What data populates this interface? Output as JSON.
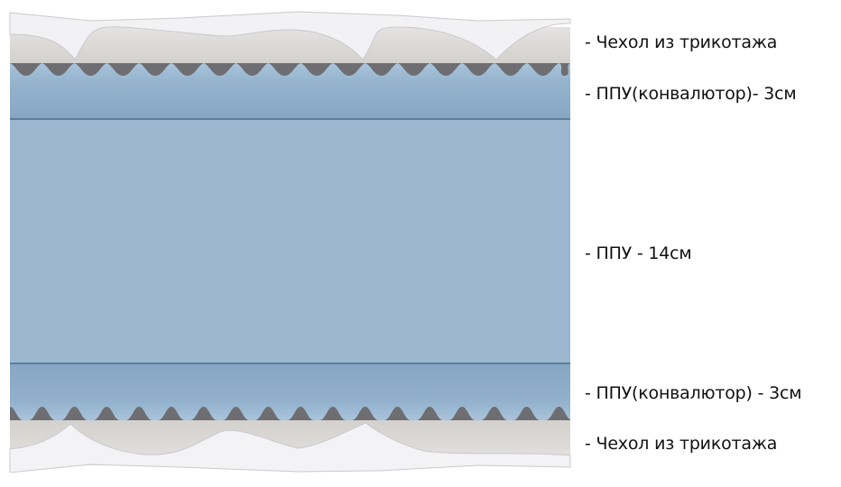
{
  "title": "Mattress layer cross-section",
  "layers": [
    {
      "id": "top-cover",
      "label": "- Чехол из трикотажа",
      "material": "knit cover"
    },
    {
      "id": "top-convoluted",
      "label": "- ППУ(конвалютор)- 3см",
      "material": "convoluted foam",
      "thickness_cm": 3
    },
    {
      "id": "core",
      "label": "- ППУ - 14см",
      "material": "foam",
      "thickness_cm": 14
    },
    {
      "id": "bottom-convoluted",
      "label": "- ППУ(конвалютор) - 3см",
      "material": "convoluted foam",
      "thickness_cm": 3
    },
    {
      "id": "bottom-cover",
      "label": "- Чехол из трикотажа",
      "material": "knit cover"
    }
  ],
  "colors": {
    "foam_core": "#9bb6ce",
    "foam_convoluted": "#8fadc9",
    "foam_line": "#5d7d99",
    "teeth": "#6e6e72",
    "cover_band": "#d4d2ce",
    "cover_quilt": "#f3f3f5",
    "text": "#111111"
  }
}
